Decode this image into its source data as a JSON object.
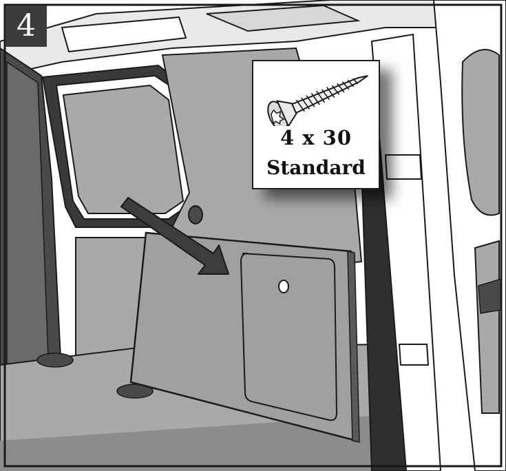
{
  "step": {
    "number": "4"
  },
  "fastener": {
    "icon": "screw-icon",
    "size_label": "4 x 30",
    "type_label": "Standard"
  },
  "colors": {
    "panel": "#a9a9a9",
    "panel_dark": "#8c8c8c",
    "van_body": "#ffffff",
    "dark_trim": "#4a4a4a",
    "outline": "#1a1a1a",
    "arrow": "#3d3d3d",
    "badge": "#3c3c3c"
  }
}
